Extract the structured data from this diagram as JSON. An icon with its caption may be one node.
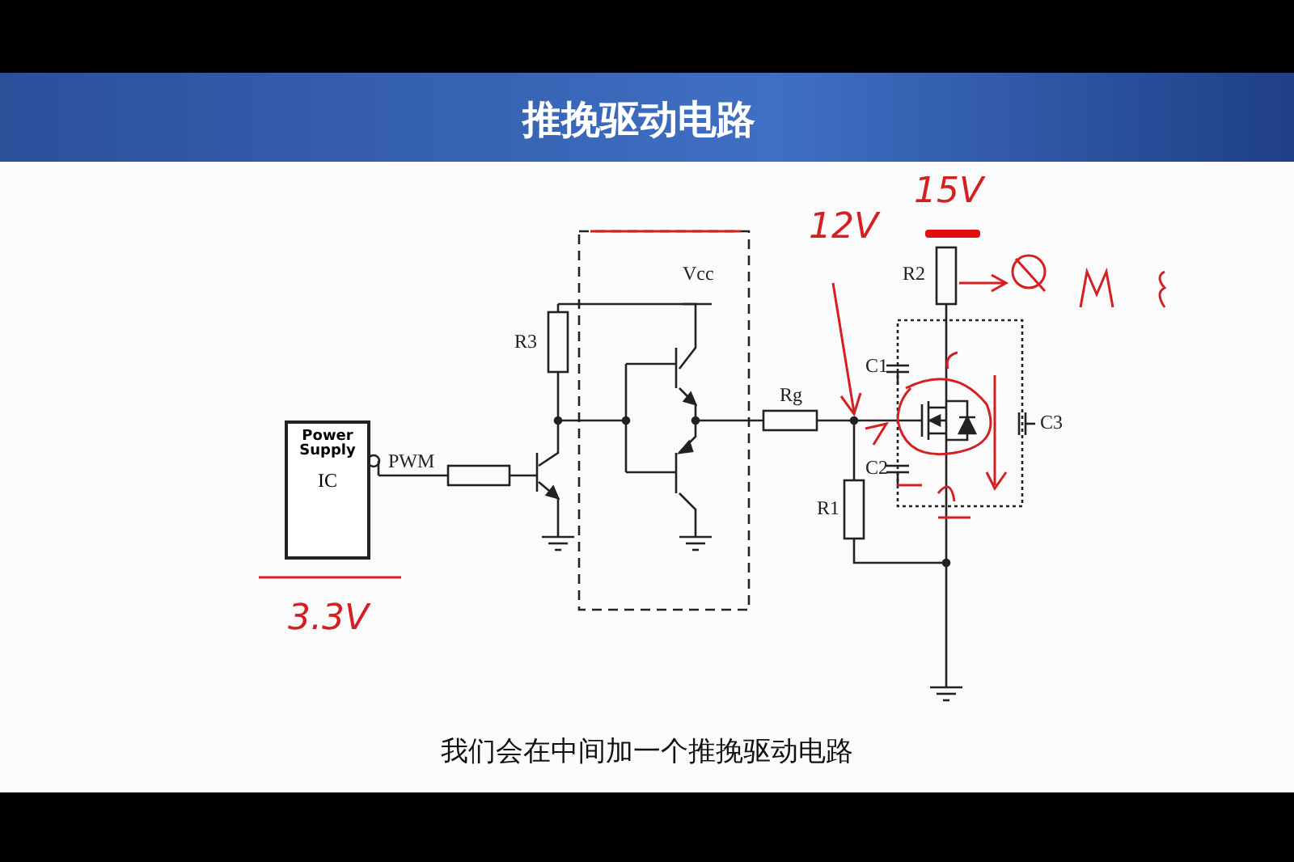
{
  "diagram": {
    "title": "推挽驱动电路",
    "caption": "我们会在中间加一个推挽驱动电路",
    "nodes": [
      {
        "text": [
          "Power Supply",
          "IC"
        ]
      }
    ],
    "labels": [
      "PWM",
      "R3",
      "Vcc",
      "Rg",
      "12V",
      "15V",
      "R2",
      "C1",
      "C2",
      "C3",
      "R1",
      "3.3V"
    ]
  }
}
